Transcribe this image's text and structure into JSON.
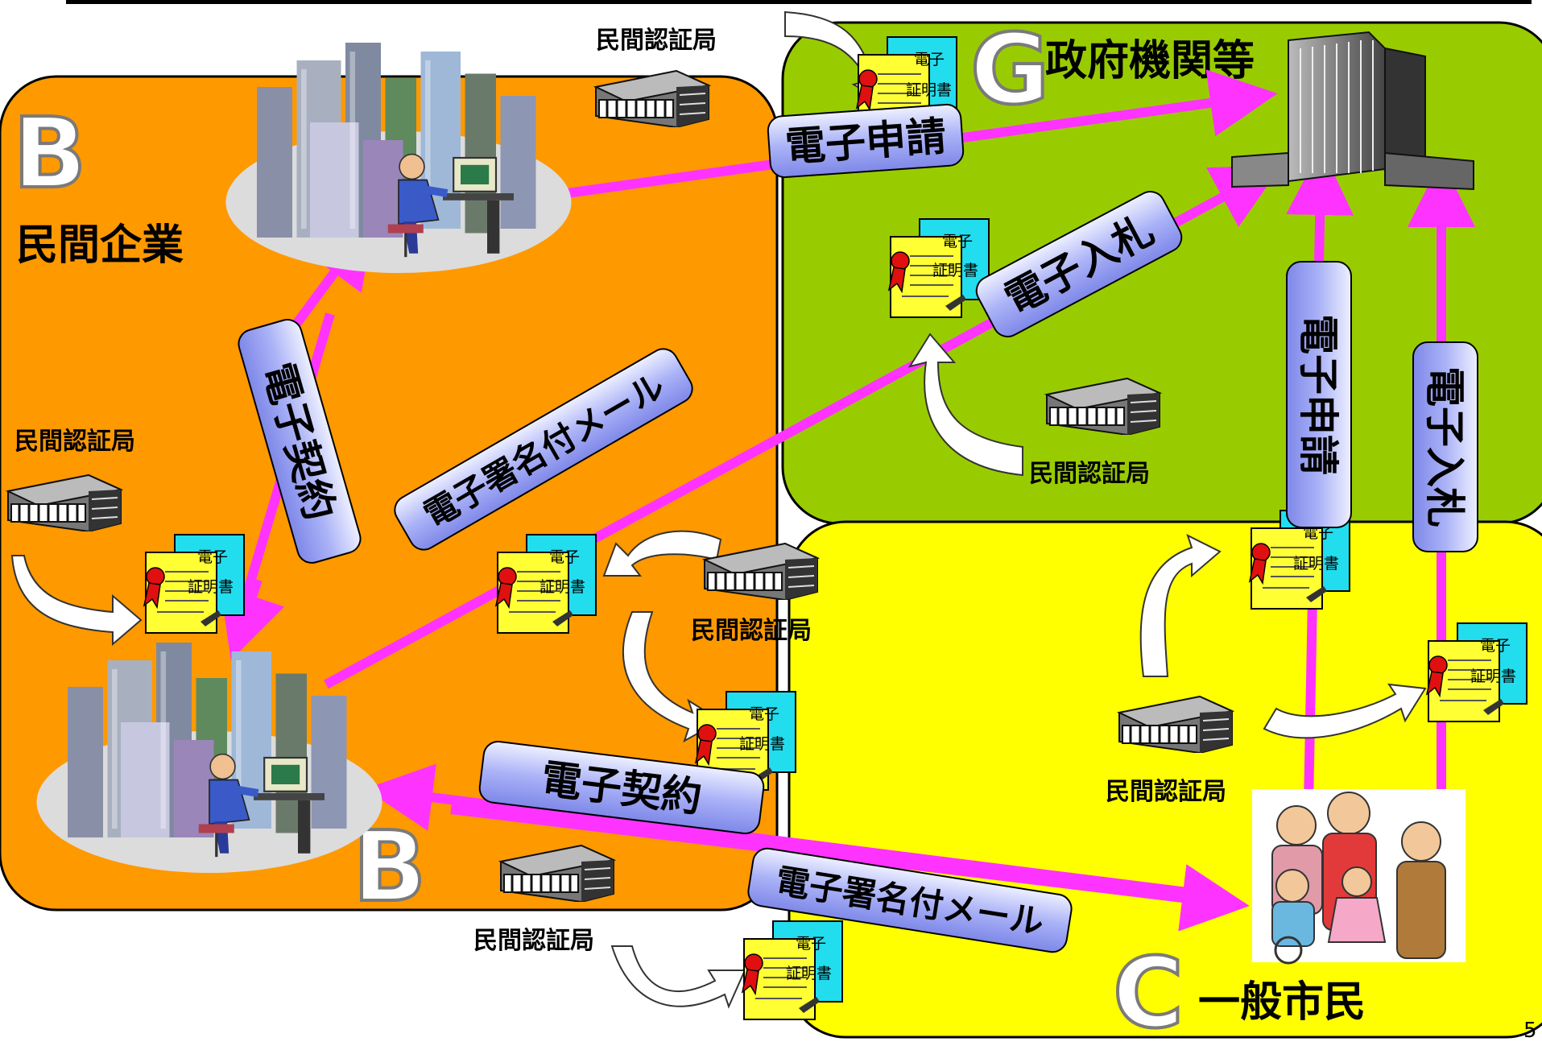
{
  "regions": {
    "private_enterprise": {
      "letter": "B",
      "title": "民間企業",
      "color": "#ff9900"
    },
    "government": {
      "letter": "G",
      "title": "政府機関等",
      "color": "#99cc00"
    },
    "citizens": {
      "letter": "C",
      "title": "一般市民",
      "color": "#ffff00"
    },
    "second_enterprise_letter": "B"
  },
  "certificate_authority_label": "民間認証局",
  "certificate": {
    "line1": "電子",
    "line2": "証明書"
  },
  "flows": {
    "e_contract_vertical": "電子契約",
    "e_contract_horizontal": "電子契約",
    "e_application_top": "電子申請",
    "e_application_vertical": "電子申請",
    "e_bidding_diagonal": "電子入札",
    "e_bidding_vertical": "電子入札",
    "signed_mail_diagonal": "電子署名付メール",
    "signed_mail_bottom": "電子署名付メール"
  },
  "page_number": "5",
  "colors": {
    "arrow": "#ff33ff",
    "pill_fill_top": "#d8dcff",
    "pill_fill_bottom": "#8a94f0",
    "cert_cyan": "#22ddee",
    "cert_yellow": "#ffff33"
  }
}
